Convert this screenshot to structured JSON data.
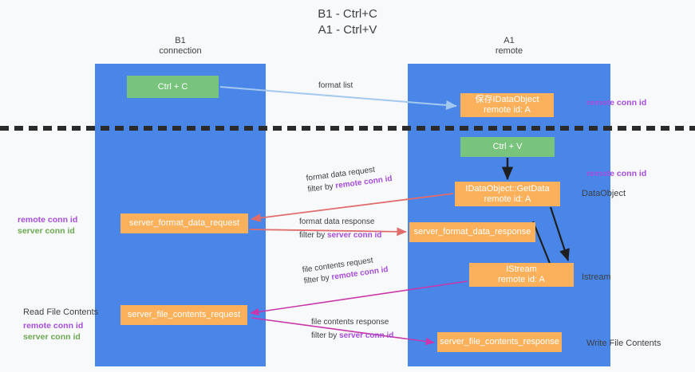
{
  "title": {
    "line1": "B1 - Ctrl+C",
    "line2": "A1 - Ctrl+V"
  },
  "lanes": [
    {
      "id": "b1",
      "name": "B1",
      "role": "connection"
    },
    {
      "id": "a1",
      "name": "A1",
      "role": "remote"
    }
  ],
  "boxes": {
    "ctrl_c": "Ctrl + C",
    "ctrl_v": "Ctrl + V",
    "idataobject_l1": "保存IDataObject",
    "idataobject_l2": "remote id: A",
    "getdata_l1": "IDataObject::GetData",
    "getdata_l2": "remote id: A",
    "server_format_data_request": "server_format_data_request",
    "server_format_data_response": "server_format_data_response",
    "istream_l1": "IStream",
    "istream_l2": "remote id: A",
    "server_file_contents_request": "server_file_contents_request",
    "server_file_contents_response": "server_file_contents_response"
  },
  "edge_labels": {
    "format_list": "format list",
    "format_data_request": "format data request",
    "format_data_request_filter_prefix": "filter by ",
    "format_data_request_filter_key": "remote conn id",
    "format_data_response": "format data response",
    "format_data_response_filter_prefix": "filter by ",
    "format_data_response_filter_key": "server conn id",
    "file_contents_request": "file contents request",
    "file_contents_request_filter_prefix": "filter by ",
    "file_contents_request_filter_key": "remote conn id",
    "file_contents_response": "file contents response",
    "file_contents_response_filter_prefix": "filter by ",
    "file_contents_response_filter_key": "server conn id"
  },
  "annotations": {
    "right_remote_conn_id_top": "remote conn id",
    "right_remote_conn_id_mid": "remote conn id",
    "right_dataobject": "DataObject",
    "right_istream": "Istream",
    "right_write_file_contents": "Write File Contents",
    "left_remote_conn_id_top": "remote conn id",
    "left_server_conn_id_top": "server conn id",
    "left_read_file_contents": "Read File Contents",
    "left_remote_conn_id_bottom": "remote conn id",
    "left_server_conn_id_bottom": "server conn id"
  },
  "colors": {
    "lane": "#4a86e8",
    "green_box": "#79c47d",
    "orange_box": "#fbb15b",
    "remote_conn_id": "#a64ddb",
    "server_conn_id": "#6aa84f",
    "background": "#f8f9fa",
    "light_blue_arrow": "#a4c8ef",
    "red_arrow": "#e06c6c",
    "magenta_arrow": "#c837ab",
    "black_arrow": "#1f1f1f"
  }
}
